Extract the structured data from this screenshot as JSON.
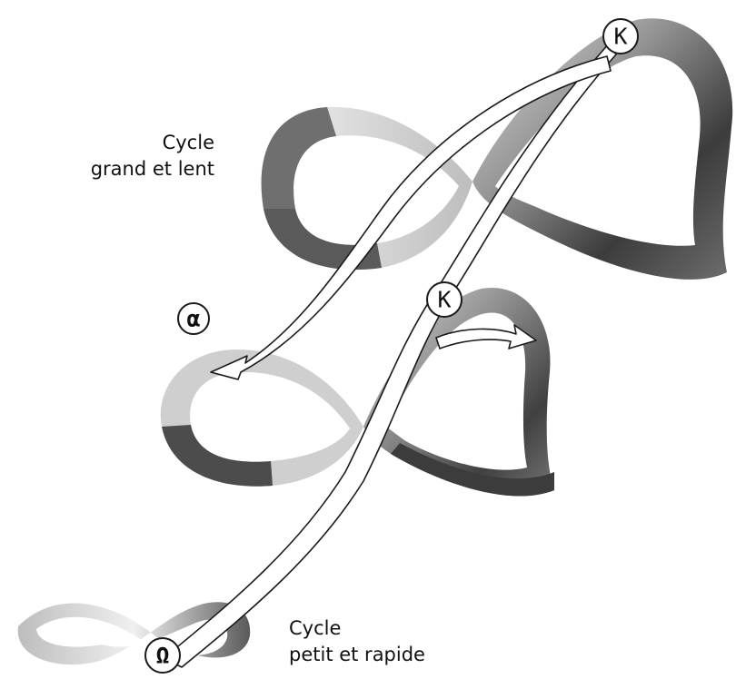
{
  "captions": {
    "large_cycle": {
      "line1": "Cycle",
      "line2": "grand et lent"
    },
    "small_cycle": {
      "line1": "Cycle",
      "line2": "petit et rapide"
    }
  },
  "nodes": {
    "k_top": "K",
    "k_middle": "K",
    "alpha": "α",
    "omega": "Ω"
  },
  "colors": {
    "ribbon_dark": "#3a3a3a",
    "ribbon_mid": "#8a8a8a",
    "ribbon_light": "#e6e6e6",
    "arrow_fill": "#ffffff",
    "outline": "#1a1a1a"
  }
}
